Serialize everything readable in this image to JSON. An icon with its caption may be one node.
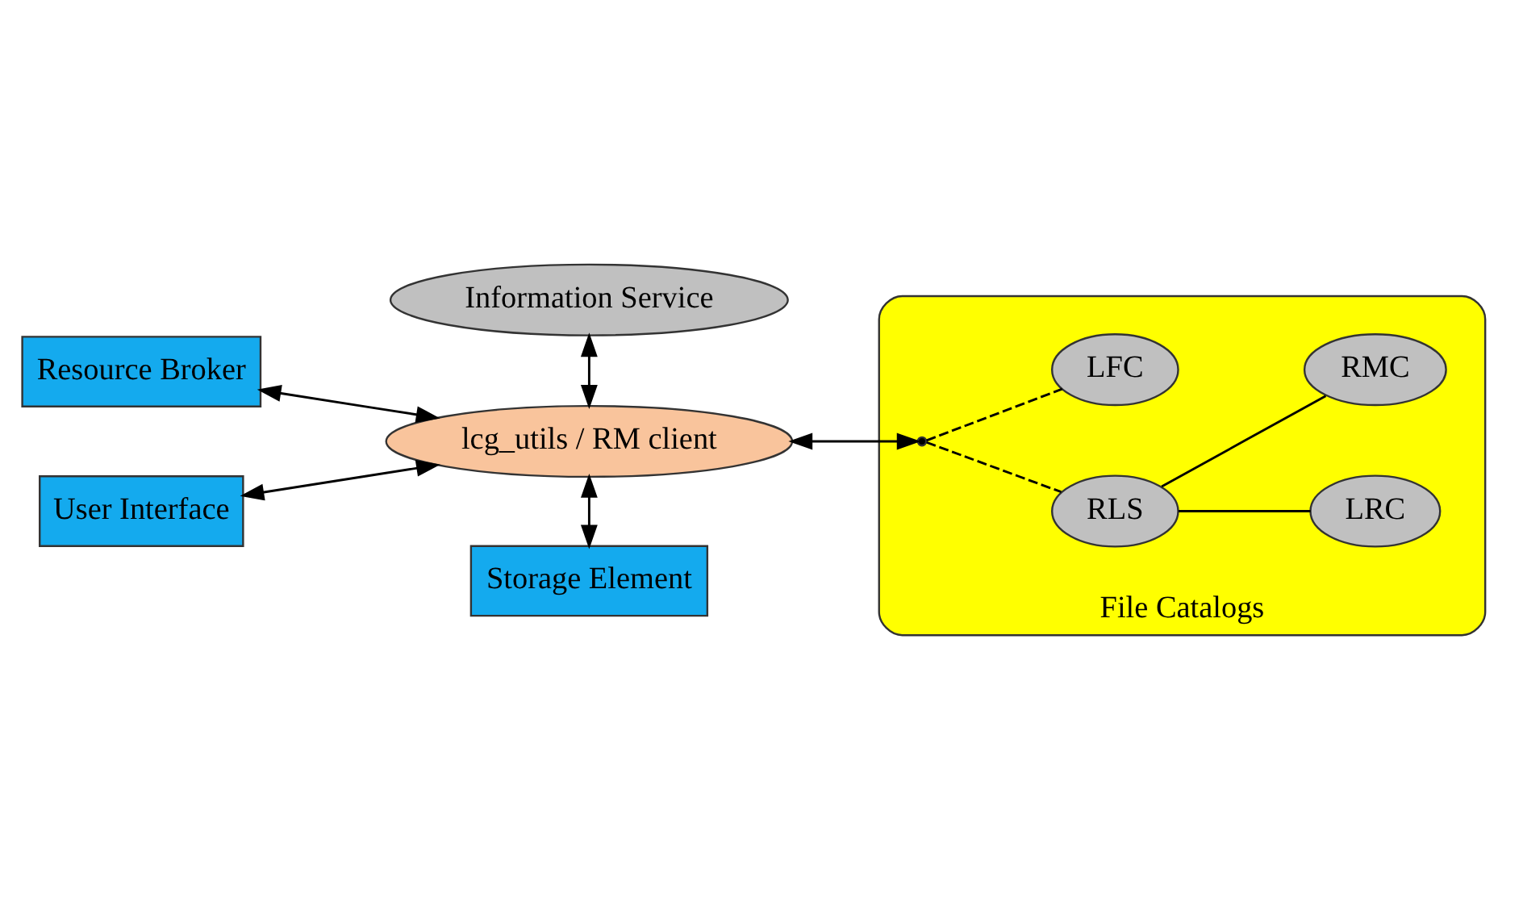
{
  "diagram": {
    "nodes": [
      {
        "text": [
          "Information Service"
        ]
      },
      {
        "text": [
          "Resource Broker"
        ]
      },
      {
        "text": [
          "lcg_utils / RM client"
        ]
      },
      {
        "text": [
          "File Catalogs"
        ]
      },
      {
        "text": [
          "RLS"
        ],
        "in": 3
      },
      {
        "text": [
          "LRC"
        ],
        "in": 3
      },
      {
        "text": [
          "RMC"
        ],
        "in": 3
      },
      {
        "text": [
          "LFC"
        ],
        "in": 3
      },
      {
        "text": [
          "User Interface"
        ]
      },
      {
        "text": [
          "Storage Element"
        ]
      },
      {
        "text": [],
        "shape": "point",
        "in": 3
      }
    ],
    "edges": [
      {
        "from": 2,
        "to": 0,
        "arrow": "both"
      },
      {
        "from": 1,
        "to": 2,
        "arrow": "both"
      },
      {
        "from": 8,
        "to": 2,
        "arrow": "both"
      },
      {
        "from": 2,
        "to": 9,
        "arrow": "both"
      },
      {
        "from": 2,
        "to": 10,
        "arrow": "both"
      },
      {
        "from": 10,
        "to": 4,
        "arrow": "none",
        "style": "dashed"
      },
      {
        "from": 10,
        "to": 7,
        "arrow": "none",
        "style": "dashed"
      },
      {
        "from": 4,
        "to": 5,
        "arrow": "none"
      },
      {
        "from": 4,
        "to": 6,
        "arrow": "none"
      }
    ]
  }
}
